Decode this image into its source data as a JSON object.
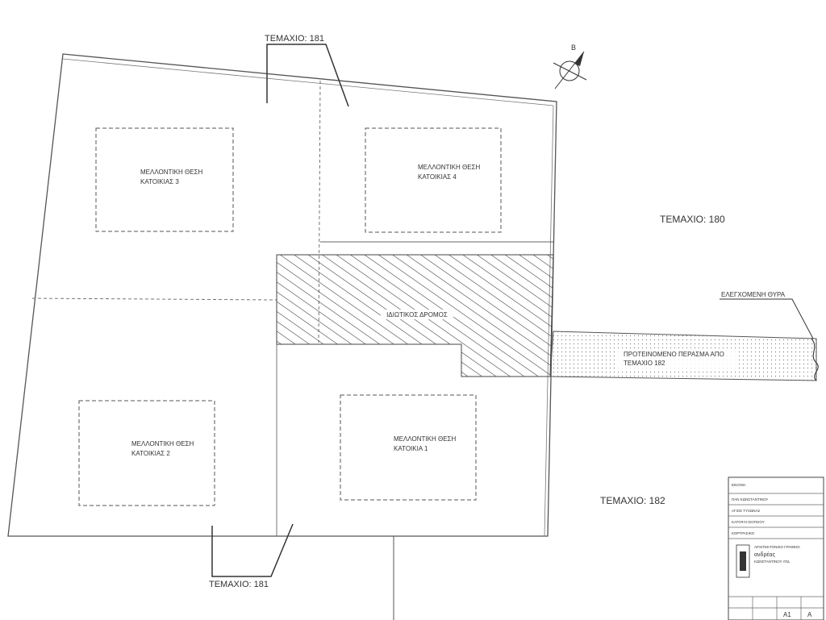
{
  "plots": {
    "top": "ΤΕΜΑΧΙΟ: 181",
    "right": "ΤΕΜΑΧΙΟ: 180",
    "bottom_right": "ΤΕΜΑΧΙΟ: 182",
    "bottom": "ΤΕΜΑΧΙΟ: 181"
  },
  "houses": [
    {
      "line1": "ΜΕΛΛΟΝΤΙΚΗ ΘΕΣΗ",
      "line2": "ΚΑΤΟΙΚΙΑΣ 3"
    },
    {
      "line1": "ΜΕΛΛΟΝΤΙΚΗ ΘΕΣΗ",
      "line2": "ΚΑΤΟΙΚΙΑΣ 4"
    },
    {
      "line1": "ΜΕΛΛΟΝΤΙΚΗ ΘΕΣΗ",
      "line2": "ΚΑΤΟΙΚΙΑΣ 2"
    },
    {
      "line1": "ΜΕΛΛΟΝΤΙΚΗ ΘΕΣΗ",
      "line2": "ΚΑΤΟΙΚΙΑ 1"
    }
  ],
  "road_label": "ΙΔΙΩΤΙΚΟΣ ΔΡΟΜΟΣ",
  "access_label": {
    "line1": "ΠΡΟΤΕΙΝΟΜΕΝΟ ΠΕΡΑΣΜΑ ΑΠΟ",
    "line2": "ΤΕΜΑΧΙΟ 182"
  },
  "gate_label": "ΕΛΕΓΧΟΜΕΝΗ ΘΥΡΑ",
  "north_label": "Β",
  "title_block": {
    "row1": "ΕΙΚΟΝΗ",
    "row2": "ΠΑΝ ΚΩΝΣΤΑΝΤΙΝΟΥ",
    "row3": "ΑΓΙΟΣ ΤΥΧΩΝΑΣ",
    "row4": "ΚΑΤΟΨΗ ΙΣΟΓΕΙΟΥ",
    "row5": "ΚΟΡΤΡΑΣΙΚΟ",
    "company1": "ΑΡΧΙΤΕΚΤΟΝΙΚΟ ΓΡΑΦΕΙΟ",
    "company2": "ανδρέας",
    "company3": "ΚΩΝΣΤΑΝΤΙΝΟΥ ΛΤΔ",
    "sheet": "A1",
    "rev": "A"
  }
}
